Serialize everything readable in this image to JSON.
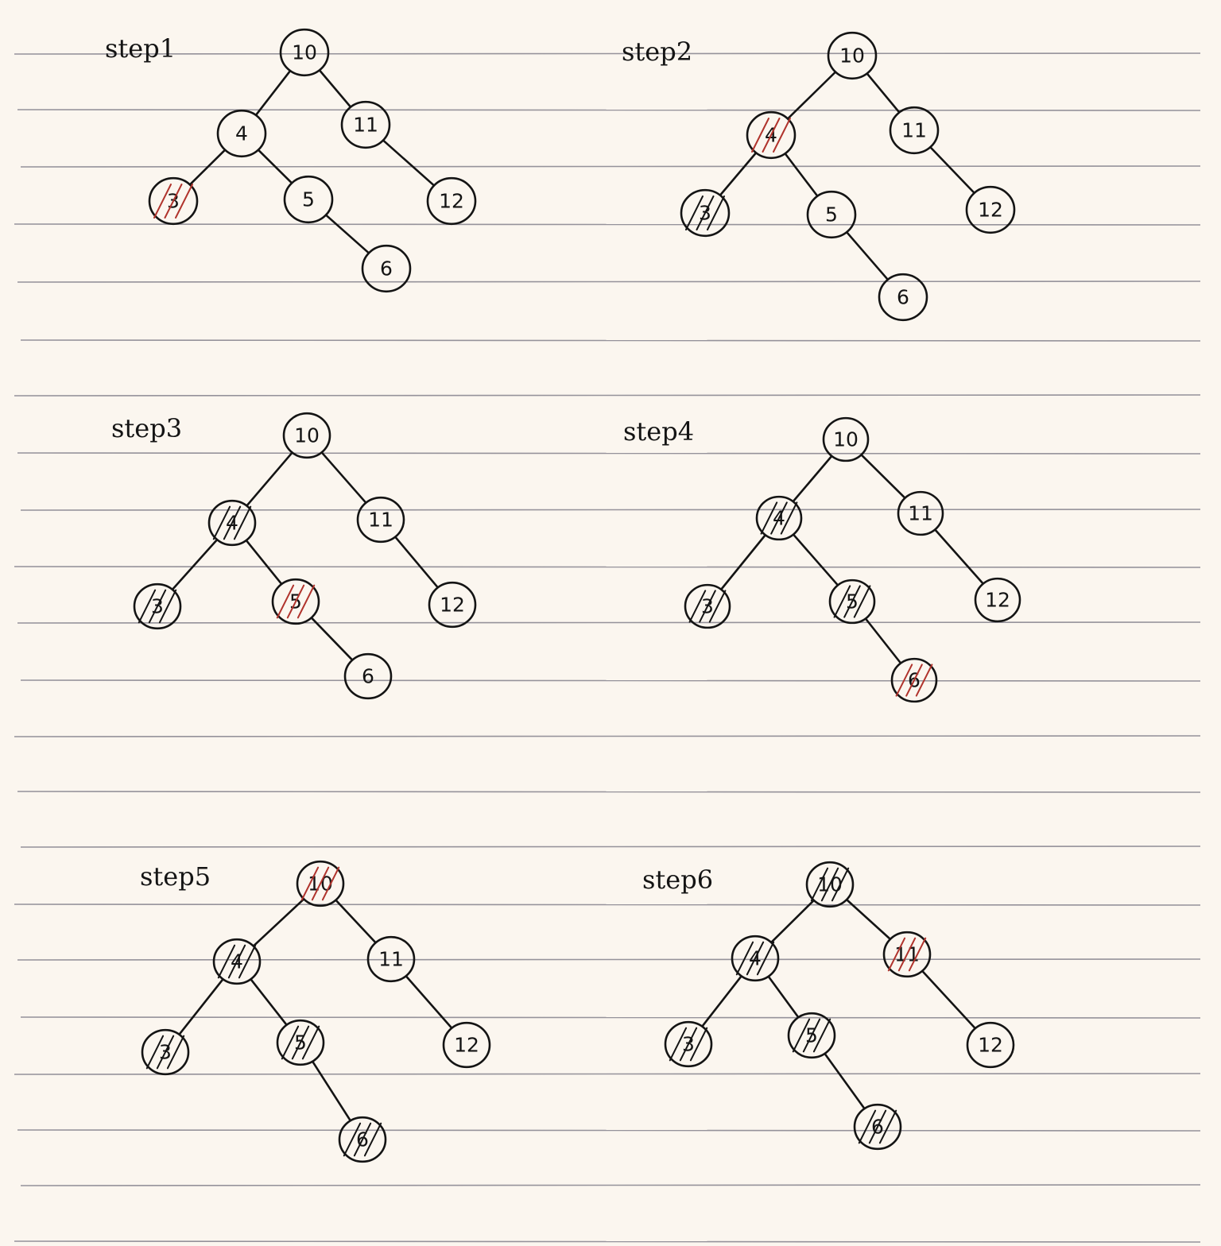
{
  "colors": {
    "paper": "#fbf6ef",
    "rule_line": "#7c7a86",
    "ink": "#141414",
    "current_mark": "#b0332c"
  },
  "steps": [
    {
      "label": "step1",
      "nodes": [
        {
          "key": "10",
          "label": "10",
          "mark": "none"
        },
        {
          "key": "4",
          "label": "4",
          "mark": "none"
        },
        {
          "key": "11",
          "label": "11",
          "mark": "none"
        },
        {
          "key": "3",
          "label": "3",
          "mark": "current"
        },
        {
          "key": "5",
          "label": "5",
          "mark": "none"
        },
        {
          "key": "12",
          "label": "12",
          "mark": "none"
        },
        {
          "key": "6",
          "label": "6",
          "mark": "none"
        }
      ]
    },
    {
      "label": "step2",
      "nodes": [
        {
          "key": "10",
          "label": "10",
          "mark": "none"
        },
        {
          "key": "4",
          "label": "4",
          "mark": "current"
        },
        {
          "key": "11",
          "label": "11",
          "mark": "none"
        },
        {
          "key": "3",
          "label": "3",
          "mark": "visited"
        },
        {
          "key": "5",
          "label": "5",
          "mark": "none"
        },
        {
          "key": "12",
          "label": "12",
          "mark": "none"
        },
        {
          "key": "6",
          "label": "6",
          "mark": "none"
        }
      ]
    },
    {
      "label": "step3",
      "nodes": [
        {
          "key": "10",
          "label": "10",
          "mark": "none"
        },
        {
          "key": "4",
          "label": "4",
          "mark": "visited"
        },
        {
          "key": "11",
          "label": "11",
          "mark": "none"
        },
        {
          "key": "3",
          "label": "3",
          "mark": "visited"
        },
        {
          "key": "5",
          "label": "5",
          "mark": "current"
        },
        {
          "key": "12",
          "label": "12",
          "mark": "none"
        },
        {
          "key": "6",
          "label": "6",
          "mark": "none"
        }
      ]
    },
    {
      "label": "step4",
      "nodes": [
        {
          "key": "10",
          "label": "10",
          "mark": "none"
        },
        {
          "key": "4",
          "label": "4",
          "mark": "visited"
        },
        {
          "key": "11",
          "label": "11",
          "mark": "none"
        },
        {
          "key": "3",
          "label": "3",
          "mark": "visited"
        },
        {
          "key": "5",
          "label": "5",
          "mark": "visited"
        },
        {
          "key": "12",
          "label": "12",
          "mark": "none"
        },
        {
          "key": "6",
          "label": "6",
          "mark": "current"
        }
      ]
    },
    {
      "label": "step5",
      "nodes": [
        {
          "key": "10",
          "label": "10",
          "mark": "current"
        },
        {
          "key": "4",
          "label": "4",
          "mark": "visited"
        },
        {
          "key": "11",
          "label": "11",
          "mark": "none"
        },
        {
          "key": "3",
          "label": "3",
          "mark": "visited"
        },
        {
          "key": "5",
          "label": "5",
          "mark": "visited"
        },
        {
          "key": "12",
          "label": "12",
          "mark": "none"
        },
        {
          "key": "6",
          "label": "6",
          "mark": "visited"
        }
      ]
    },
    {
      "label": "step6",
      "nodes": [
        {
          "key": "10",
          "label": "10",
          "mark": "visited"
        },
        {
          "key": "4",
          "label": "4",
          "mark": "visited"
        },
        {
          "key": "11",
          "label": "11",
          "mark": "current"
        },
        {
          "key": "3",
          "label": "3",
          "mark": "visited"
        },
        {
          "key": "5",
          "label": "5",
          "mark": "visited"
        },
        {
          "key": "12",
          "label": "12",
          "mark": "none"
        },
        {
          "key": "6",
          "label": "6",
          "mark": "visited"
        }
      ]
    }
  ],
  "tree_edges": [
    [
      "10",
      "4"
    ],
    [
      "10",
      "11"
    ],
    [
      "4",
      "3"
    ],
    [
      "4",
      "5"
    ],
    [
      "11",
      "12"
    ],
    [
      "5",
      "6"
    ]
  ]
}
